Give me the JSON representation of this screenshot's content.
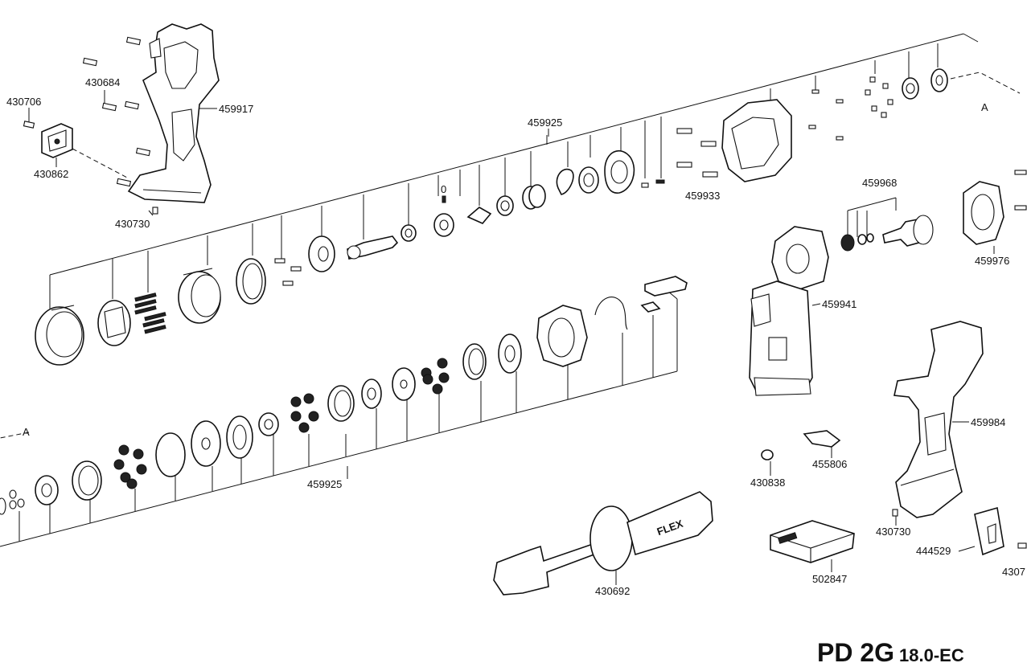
{
  "diagram": {
    "model": {
      "name": "PD 2G",
      "variant": "18.0-EC"
    },
    "callouts": [
      "430706",
      "430684",
      "459917",
      "430862",
      "430730",
      "459925",
      "459933",
      "459968",
      "459976",
      "459941",
      "459984",
      "455806",
      "430838",
      "430692",
      "502847",
      "444529",
      "430730",
      "459925",
      "4307"
    ],
    "connector_marks": [
      "A",
      "A"
    ],
    "small_marks": [
      "0"
    ]
  }
}
